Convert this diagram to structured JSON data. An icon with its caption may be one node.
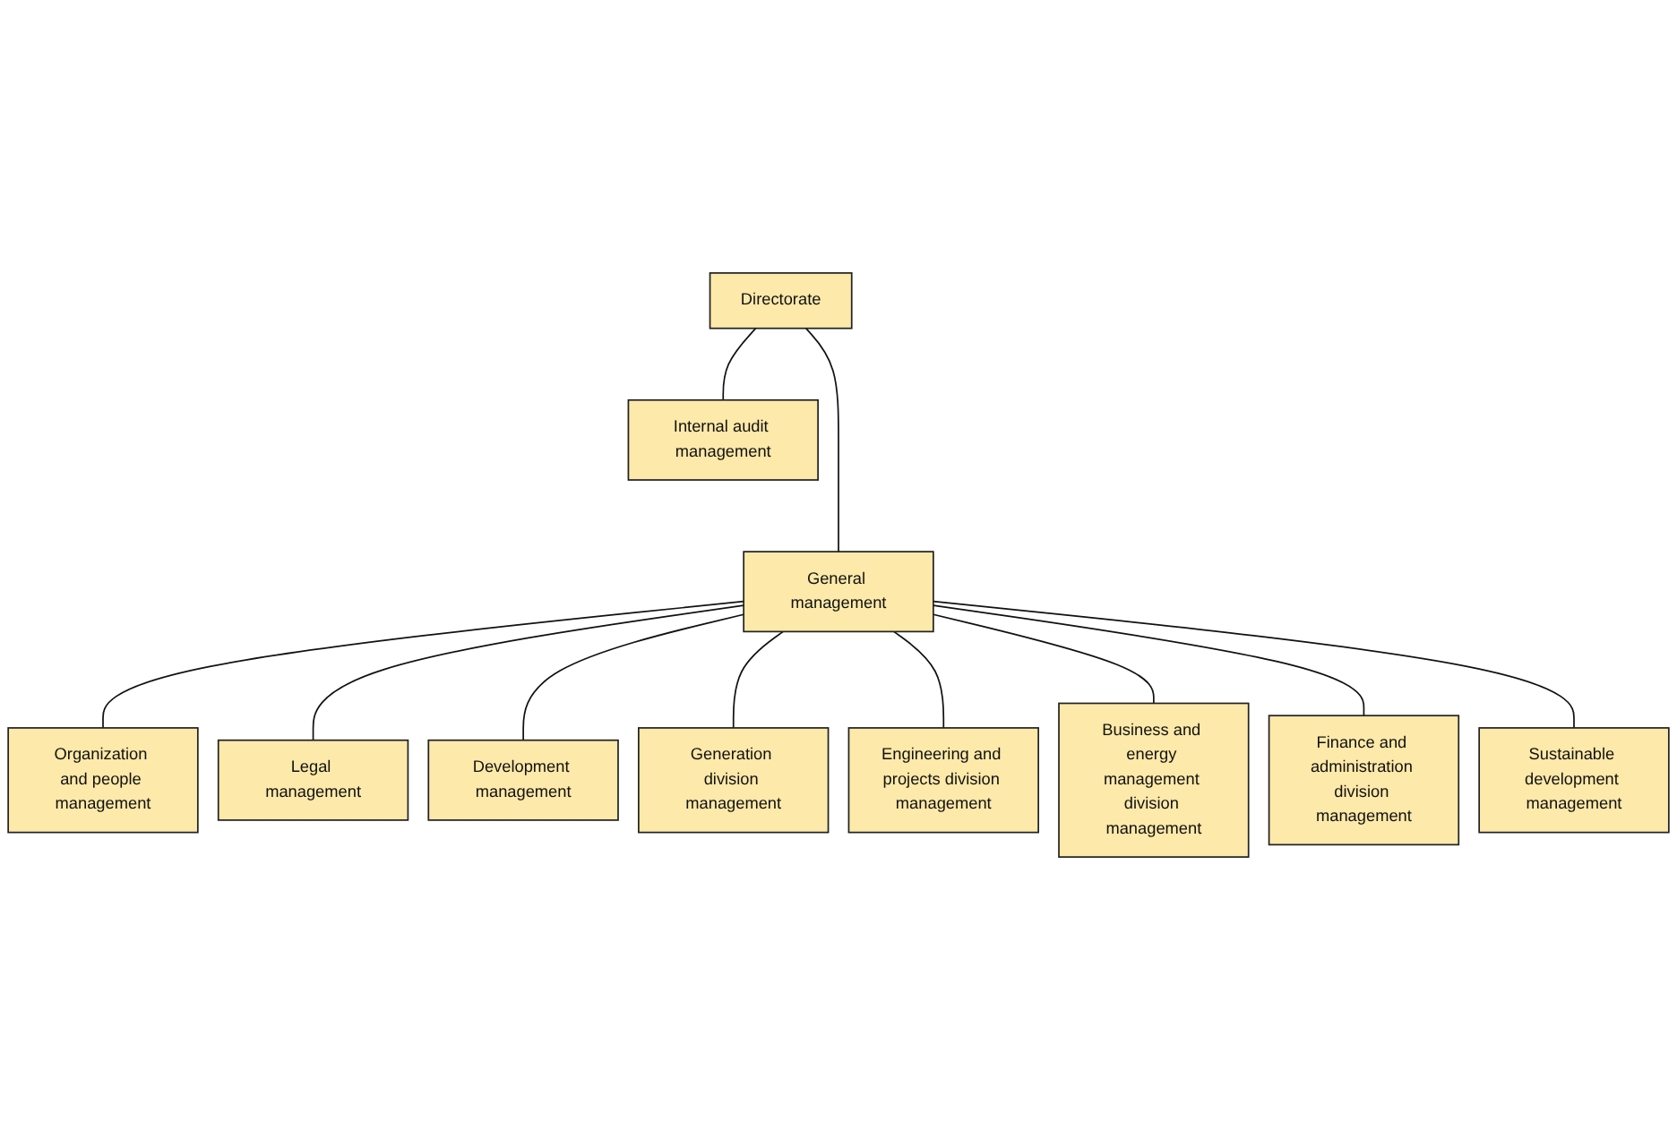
{
  "diagram": {
    "nodes": [
      {
        "text": [
          "Directorate"
        ]
      },
      {
        "text": [
          "Internal audit management"
        ]
      },
      {
        "text": [
          "General management"
        ]
      },
      {
        "text": [
          "Organization and people management"
        ]
      },
      {
        "text": [
          "Legal management"
        ]
      },
      {
        "text": [
          "Development management"
        ]
      },
      {
        "text": [
          "Generation division management"
        ]
      },
      {
        "text": [
          "Engineering and projects division management"
        ]
      },
      {
        "text": [
          "Business and energy management division management"
        ]
      },
      {
        "text": [
          "Finance and administration division management"
        ]
      },
      {
        "text": [
          "Sustainable development management"
        ]
      }
    ],
    "edges": [
      {
        "from": 0,
        "to": 1,
        "arrow": "none"
      },
      {
        "from": 0,
        "to": 2,
        "arrow": "none"
      },
      {
        "from": 2,
        "to": 3,
        "arrow": "none"
      },
      {
        "from": 2,
        "to": 4,
        "arrow": "none"
      },
      {
        "from": 2,
        "to": 5,
        "arrow": "none"
      },
      {
        "from": 2,
        "to": 6,
        "arrow": "none"
      },
      {
        "from": 2,
        "to": 7,
        "arrow": "none"
      },
      {
        "from": 2,
        "to": 8,
        "arrow": "none"
      },
      {
        "from": 2,
        "to": 9,
        "arrow": "none"
      },
      {
        "from": 2,
        "to": 10,
        "arrow": "none"
      }
    ]
  }
}
